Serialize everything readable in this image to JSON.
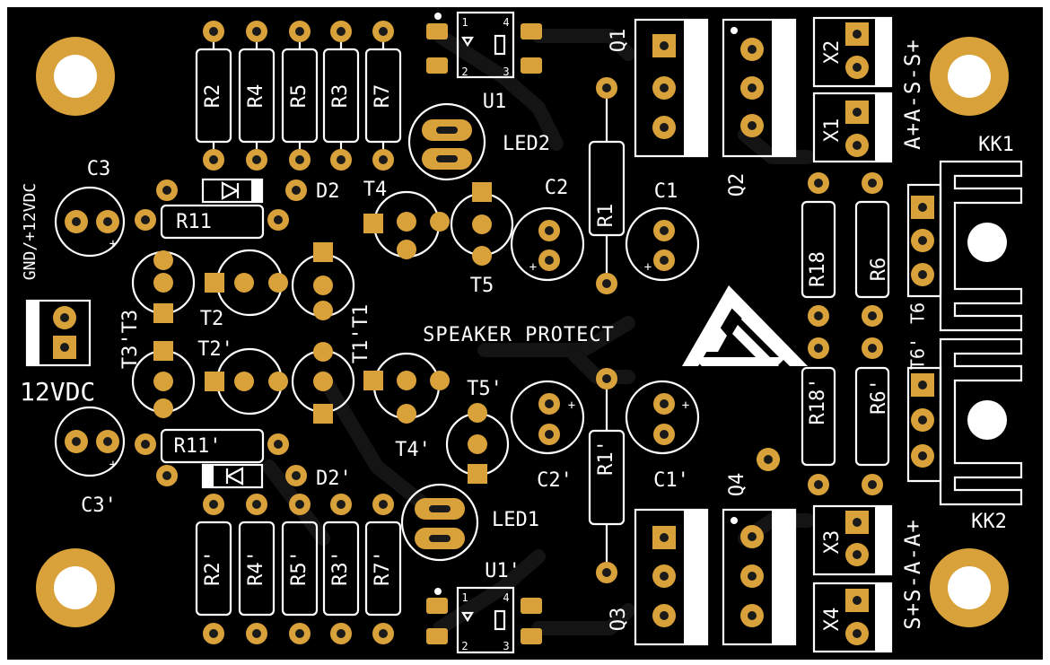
{
  "board": {
    "title": "SPEAKER PROTECT",
    "power_label": "GND/+12VDC",
    "voltage_label": "12VDC",
    "colors": {
      "soldermask": "#000000",
      "copper": "#d9a13a",
      "silkscreen": "#ffffff",
      "trace": "#141414"
    }
  },
  "labels": {
    "R2": "R2",
    "R4": "R4",
    "R5": "R5",
    "R3": "R3",
    "R7": "R7",
    "R2p": "R2'",
    "R4p": "R4'",
    "R5p": "R5'",
    "R3p": "R3'",
    "R7p": "R7'",
    "R11": "R11",
    "R11p": "R11'",
    "R1": "R1",
    "R1p": "R1'",
    "R18": "R18",
    "R18p": "R18'",
    "R6": "R6",
    "R6p": "R6'",
    "C1": "C1",
    "C1p": "C1'",
    "C2": "C2",
    "C2p": "C2'",
    "C3": "C3",
    "C3p": "C3'",
    "D2": "D2",
    "D2p": "D2'",
    "T1T1p": "T1'T1",
    "T2": "T2",
    "T2p": "T2'",
    "T3T3p": "T3'T3",
    "T4": "T4",
    "T4p": "T4'",
    "T5": "T5",
    "T5p": "T5'",
    "T6": "T6",
    "T6p": "T6'",
    "U1": "U1",
    "U1p": "U1'",
    "LED1": "LED1",
    "LED2": "LED2",
    "Q1": "Q1",
    "Q2": "Q2",
    "Q3": "Q3",
    "Q4": "Q4",
    "X1": "X1",
    "X2": "X2",
    "X3": "X3",
    "X4": "X4",
    "KK1": "KK1",
    "KK2": "KK2",
    "top_terms": "A+A-S-S+",
    "bottom_terms": "S+S-A-A+",
    "u_pin1": "1",
    "u_pin2": "2",
    "u_pin3": "3",
    "u_pin4": "4",
    "plus": "+"
  }
}
